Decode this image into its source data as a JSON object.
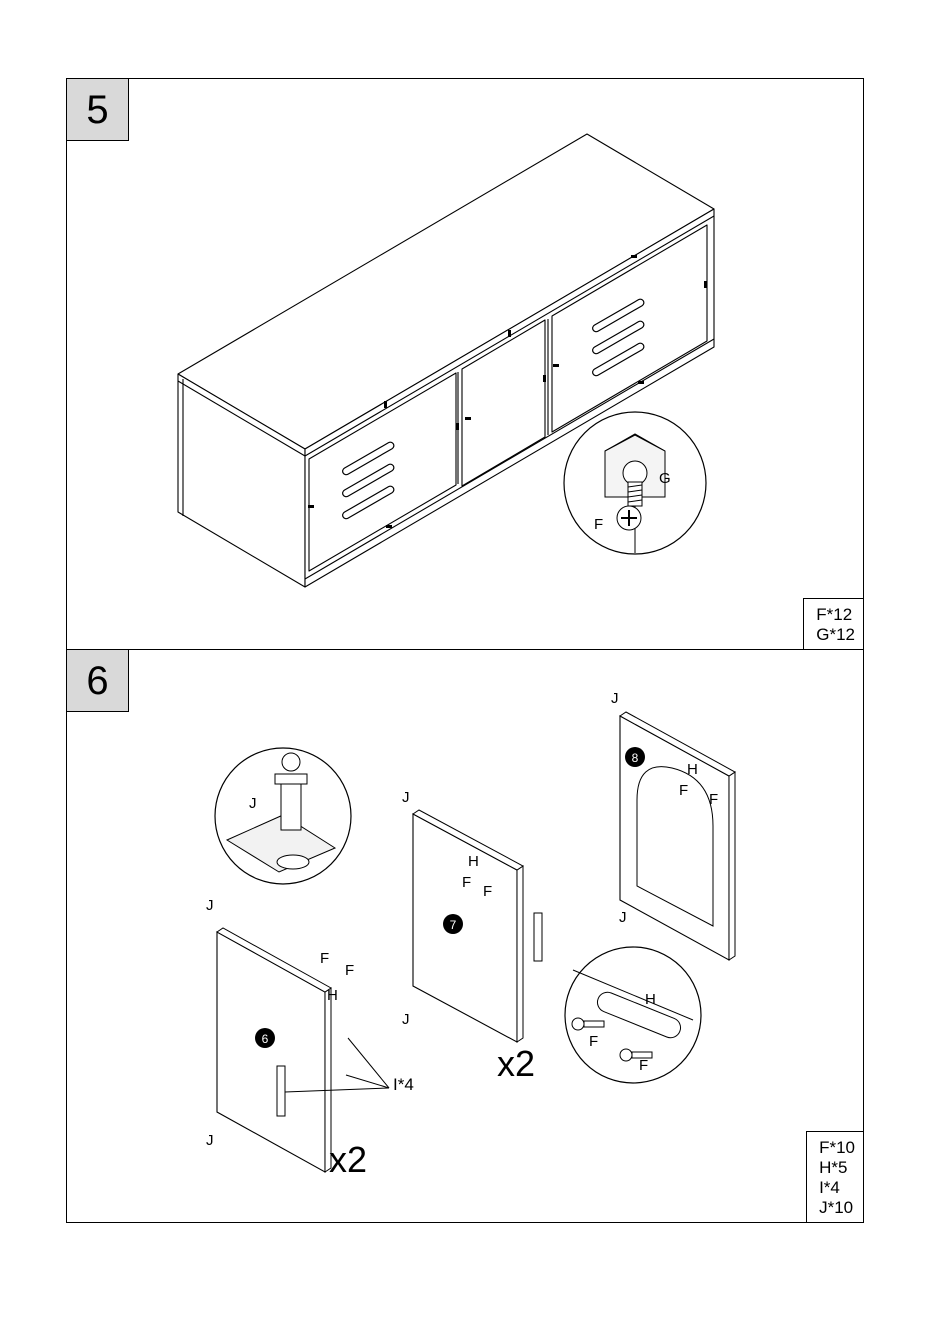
{
  "steps": [
    {
      "number": "5",
      "parts": [
        "F*12",
        "G*12"
      ]
    },
    {
      "number": "6",
      "parts": [
        "F*10",
        "H*5",
        "I*4",
        "J*10"
      ]
    }
  ],
  "labels": {
    "g": "G",
    "f": "F",
    "h": "H",
    "j": "J",
    "i4": "I*4",
    "x2": "x2",
    "panel_6": "6",
    "panel_7": "7",
    "panel_8": "8"
  }
}
